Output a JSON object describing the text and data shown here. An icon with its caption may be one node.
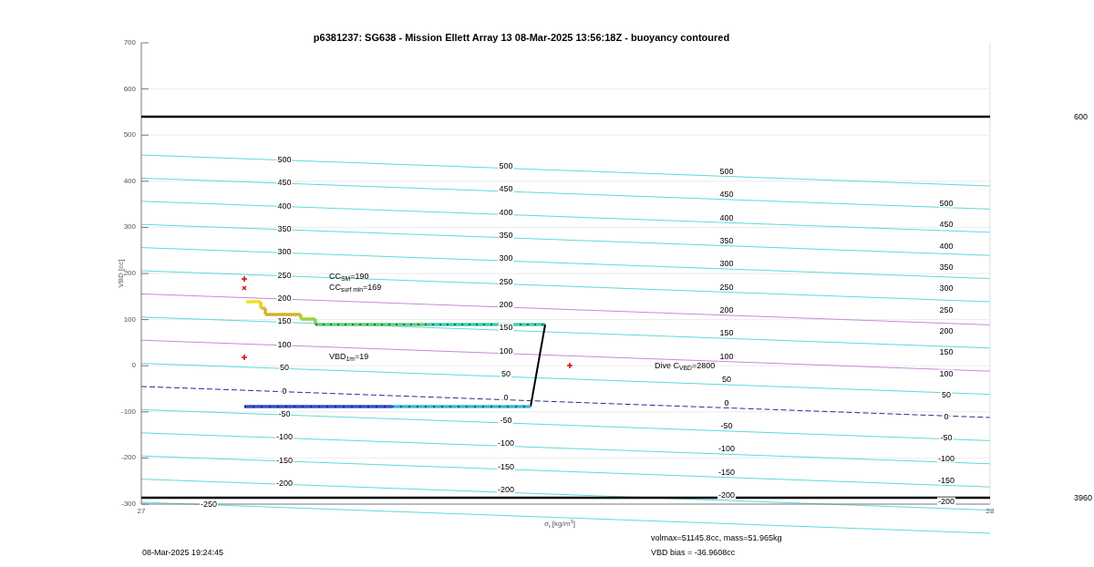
{
  "diagram": {
    "title": "p6381237: SG638 - Mission Ellett Array 13 08-Mar-2025 13:56:18Z - buoyancy contoured",
    "labels": [
      "700",
      "600",
      "500",
      "400",
      "300",
      "200",
      "100",
      "0",
      "-100",
      "-200",
      "-300",
      "600",
      "VBD [cc]",
      "500",
      "450",
      "400",
      "350",
      "300",
      "250",
      "200",
      "150",
      "100",
      "50",
      "0",
      "-50",
      "-100",
      "-150",
      "-200",
      "500",
      "450",
      "400",
      "350",
      "300",
      "250",
      "200",
      "150",
      "100",
      "50",
      "0",
      "-50",
      "-100",
      "-150",
      "-200",
      "500",
      "450",
      "400",
      "350",
      "300",
      "250",
      "200",
      "150",
      "100",
      "50",
      "0",
      "-50",
      "-100",
      "-150",
      "-200",
      "500",
      "450",
      "400",
      "350",
      "300",
      "250",
      "200",
      "150",
      "100",
      "50",
      "0",
      "-50",
      "-100",
      "-150",
      "-200",
      "-250",
      "CC$_{SM}$=190",
      "CC$_{surf min}$=169",
      "VBD$_{1m}$=19",
      "Dive C$_{VBD}$=2800",
      "3960",
      "27",
      "28",
      "σ$_{t}$ [kg/m$^{3}$]",
      "volmax=51145.8cc, mass=51.965kg",
      "08-Mar-2025 19:24:45",
      "VBD bias = -36.9608cc"
    ]
  }
}
